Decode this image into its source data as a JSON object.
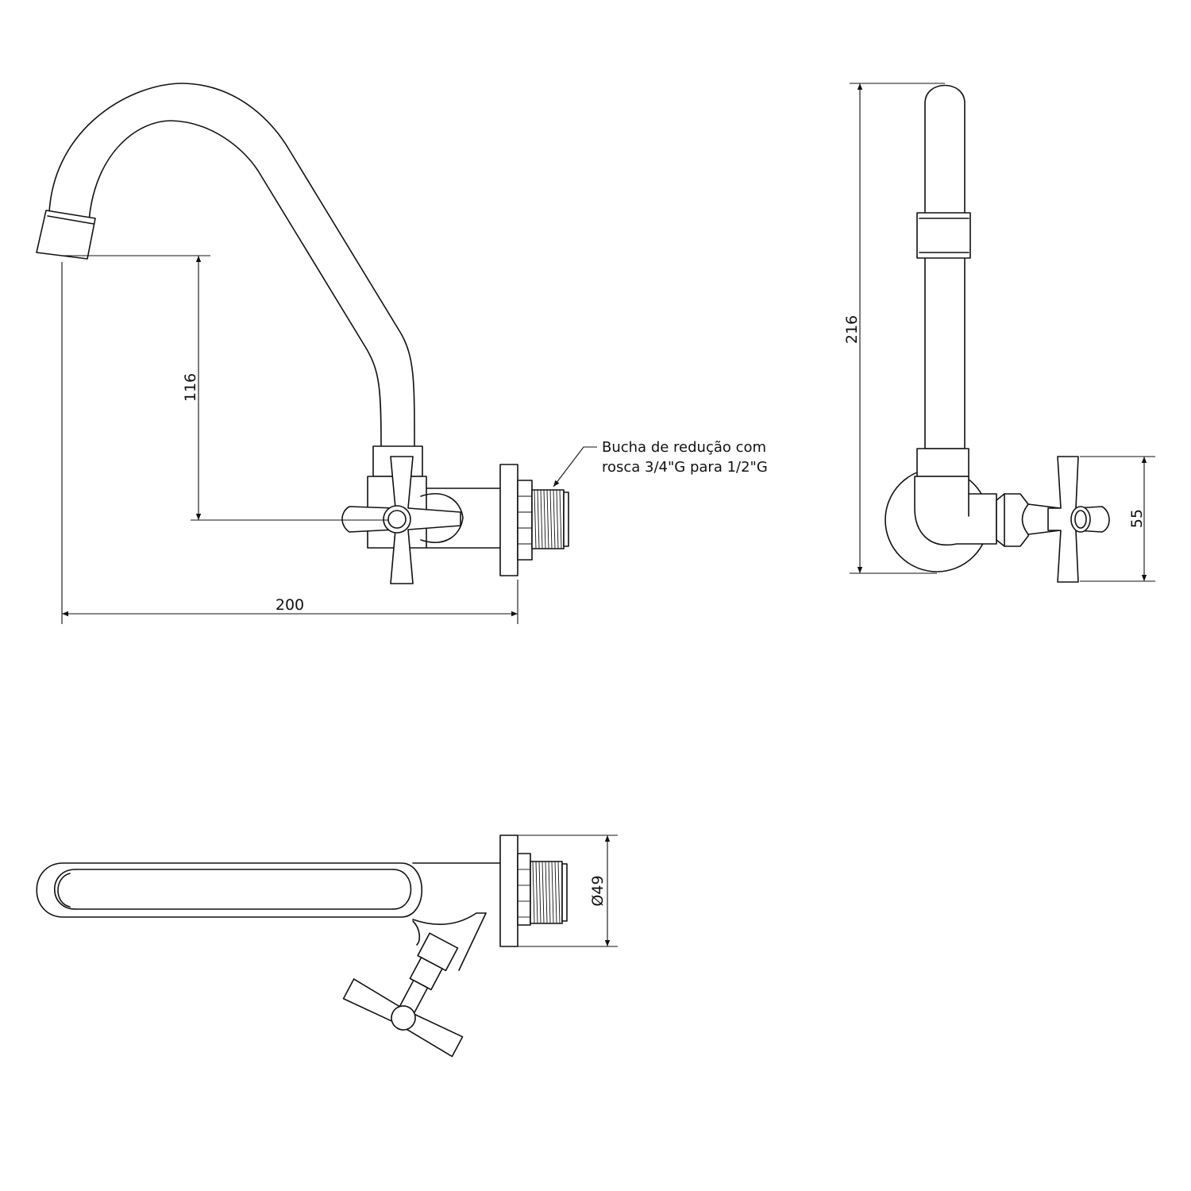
{
  "drawing": {
    "front_view": {
      "dim_height": "116",
      "dim_width": "200",
      "note_line1": "Bucha de redução com",
      "note_line2": "rosca 3/4\"G para 1/2\"G"
    },
    "side_view": {
      "dim_height": "216",
      "dim_handle": "55"
    },
    "top_view": {
      "dim_diameter": "Ø49"
    },
    "line_color": "#111111",
    "background": "#ffffff"
  }
}
